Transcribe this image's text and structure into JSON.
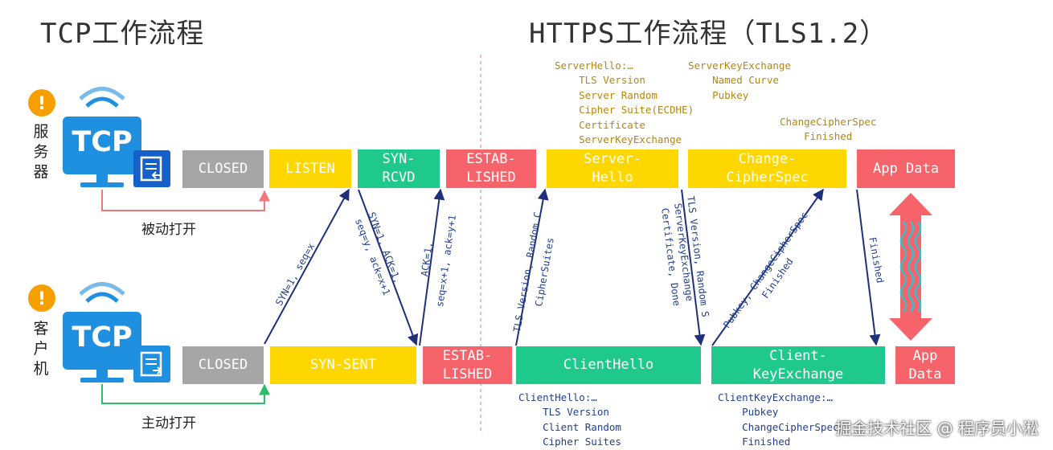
{
  "titles": {
    "tcp": "TCP工作流程",
    "https": "HTTPS工作流程（TLS1.2）"
  },
  "devices": {
    "icon_label": "TCP",
    "server": "服务器",
    "client": "客户机",
    "server_caption": "被动打开",
    "client_caption": "主动打开"
  },
  "tcp_states": {
    "server_closed": "CLOSED",
    "listen": "LISTEN",
    "syn_rcvd": "SYN-\nRCVD",
    "server_established": "ESTAB-\nLISHED",
    "client_closed": "CLOSED",
    "syn_sent": "SYN-SENT",
    "client_established": "ESTAB-\nLISHED"
  },
  "tcp_messages": {
    "syn": "SYN=1, seq=x",
    "syn_ack_1": "SYN=1, ACK=1,",
    "syn_ack_2": "seq=y, ack=x+1",
    "ack_1": "ACK=1,",
    "ack_2": "seq=x+1, ack=y+1"
  },
  "https_states": {
    "server_hello": "Server-\nHello",
    "server_change_cipher": "Change-\nCipherSpec",
    "server_app_data": "App Data",
    "client_hello": "ClientHello",
    "client_key_exchange": "Client-\nKeyExchange",
    "client_app_data": "App\nData"
  },
  "https_messages": {
    "client_hello_1": "TLS Version, Random C",
    "client_hello_2": "CipherSuites",
    "server_hello_1": "TLS Version, Random S",
    "server_hello_2": "ServerKeyExchange",
    "server_hello_3": "Certificate, Done",
    "client_kx_1": "Pubkey, ChangeCipherSpec",
    "client_kx_2": "Finished",
    "server_finished": "Finished"
  },
  "notes": {
    "server_hello": "ServerHello:…\n    TLS Version\n    Server Random\n    Cipher Suite(ECDHE)\n    Certificate\n    ServerKeyExchange",
    "server_key_exchange": "ServerKeyExchange\n    Named Curve\n    Pubkey",
    "change_cipher_spec": "ChangeCipherSpec\n    Finished",
    "client_hello": "ClientHello:…\n    TLS Version\n    Client Random\n    Cipher Suites",
    "client_key_exchange": "ClientKeyExchange:…\n    Pubkey\n    ChangeCipherSpec\n    Finished"
  },
  "watermark": "掘金技术社区 @ 程序员小淞",
  "colors": {
    "closed": "#a6a6a6",
    "yellow": "#ffd700",
    "green": "#1fc98c",
    "red": "#f7636a",
    "arrow": "#1f2f7a",
    "icon_blue": "#1f8fe0",
    "alert": "#f5a000",
    "server_link": "#f2777a",
    "client_link": "#2ebd6b"
  }
}
